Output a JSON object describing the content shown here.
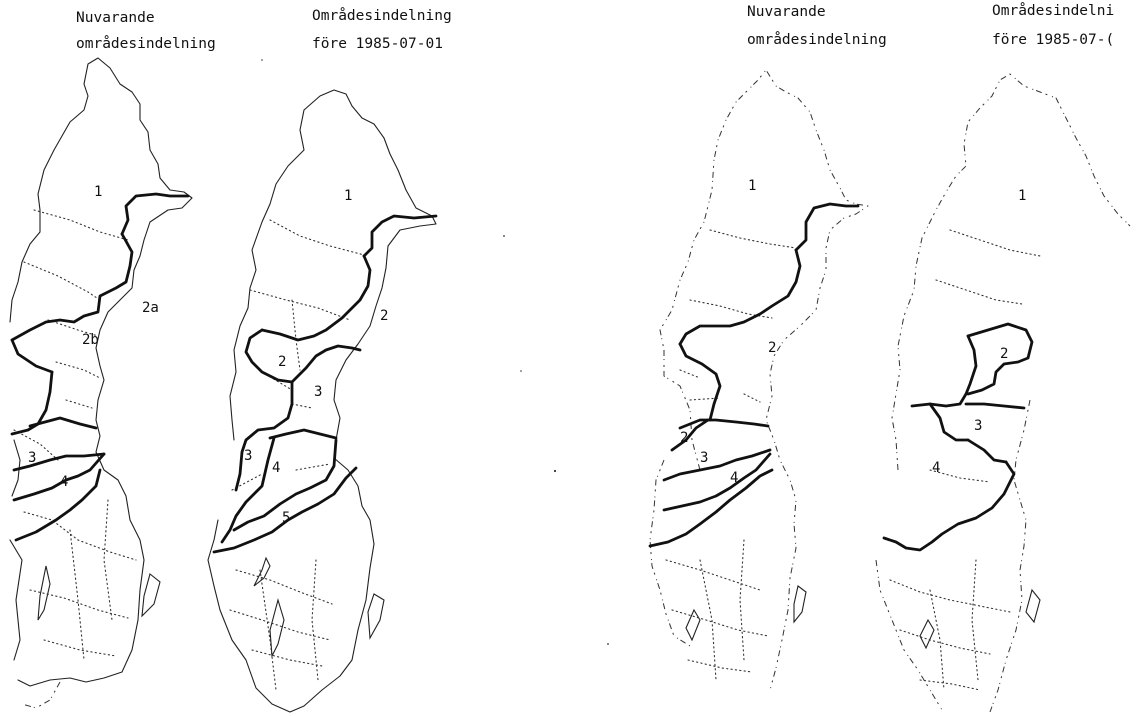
{
  "headers": {
    "current_line1": "Nuvarande",
    "current_line2": "områdesindelning",
    "previous_line1": "Områdesindelning",
    "previous_line2": "före 1985-07-01",
    "current_line1_b": "Nuvarande",
    "current_line2_b": "områdesindelning",
    "previous_line1_b": "Områdesindelni",
    "previous_line2_b": "före 1985-07-("
  },
  "maps": {
    "map1": {
      "r1": "1",
      "r2a": "2a",
      "r2b": "2b",
      "r3": "3",
      "r4": "4"
    },
    "map2": {
      "r1": "1",
      "r2n": "2",
      "r2w": "2",
      "r3e": "3",
      "r3w": "3",
      "r4": "4",
      "r5": "5"
    },
    "map3": {
      "r1": "1",
      "r2": "2",
      "r2s": "2",
      "r3": "3",
      "r4": "4"
    },
    "map4": {
      "r1": "1",
      "r2": "2",
      "r3": "3",
      "r4": "4"
    }
  }
}
